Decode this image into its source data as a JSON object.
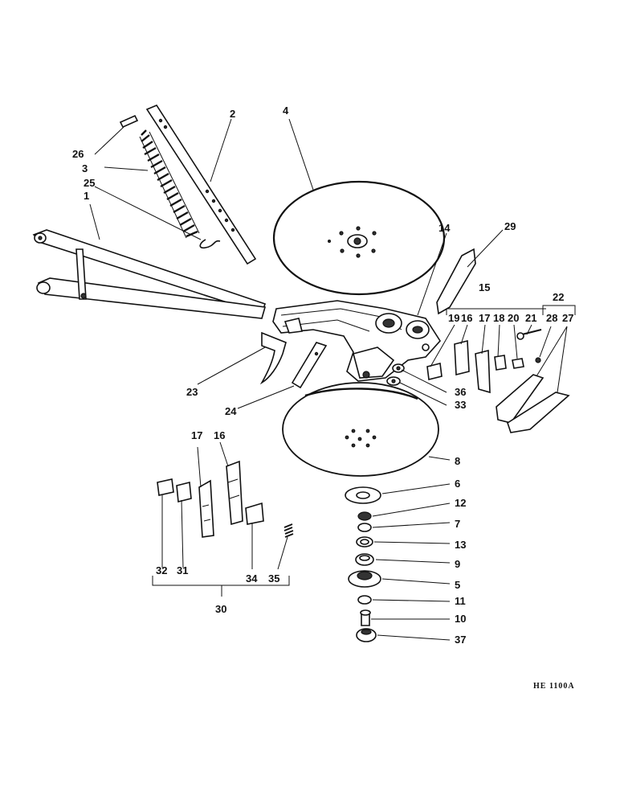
{
  "diagram": {
    "reference": "HE 1100A",
    "labels": {
      "p1": "1",
      "p2": "2",
      "p3": "3",
      "p4": "4",
      "p5": "5",
      "p6": "6",
      "p7": "7",
      "p8": "8",
      "p9": "9",
      "p10": "10",
      "p11": "11",
      "p12": "12",
      "p13": "13",
      "p14": "14",
      "p15": "15",
      "p16a": "16",
      "p16b": "16",
      "p17a": "17",
      "p17b": "17",
      "p18": "18",
      "p19": "19",
      "p20": "20",
      "p21": "21",
      "p22": "22",
      "p23": "23",
      "p24": "24",
      "p25": "25",
      "p26": "26",
      "p27": "27",
      "p28": "28",
      "p29": "29",
      "p30": "30",
      "p31": "31",
      "p32": "32",
      "p33": "33",
      "p34": "34",
      "p35": "35",
      "p36": "36",
      "p37": "37"
    }
  }
}
